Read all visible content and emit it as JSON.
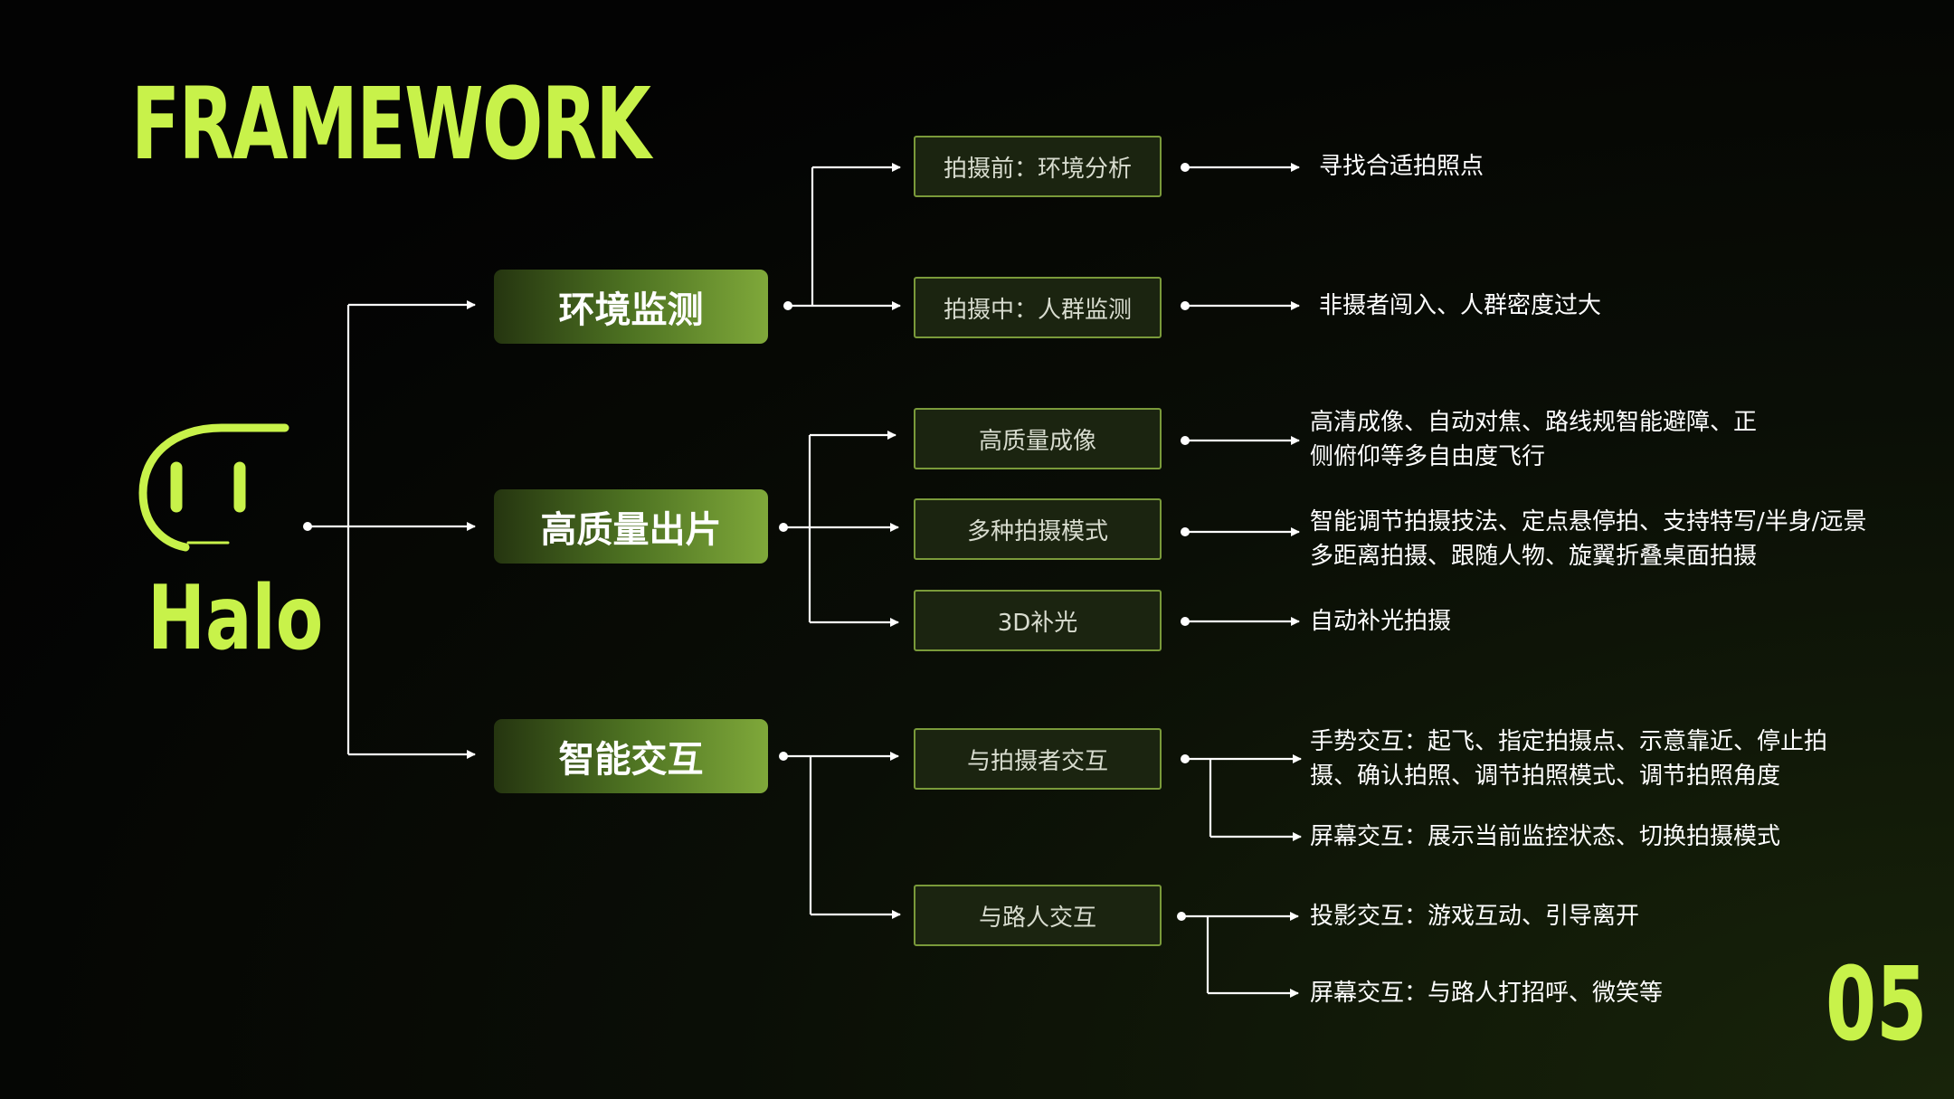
{
  "title": "FRAMEWORK",
  "logo": {
    "icon": "halo-robot-face-icon",
    "text": "Halo"
  },
  "page_number": "05",
  "colors": {
    "accent": "#c8f24a",
    "category_gradient": [
      "#253510",
      "#7fa83a"
    ],
    "sub_border": "#7a9a3a",
    "connector": "#ffffff"
  },
  "categories": [
    {
      "label": "环境监测",
      "items": [
        {
          "label": "拍摄前：环境分析",
          "details": [
            "寻找合适拍照点"
          ]
        },
        {
          "label": "拍摄中：人群监测",
          "details": [
            "非摄者闯入、人群密度过大"
          ]
        }
      ]
    },
    {
      "label": "高质量出片",
      "items": [
        {
          "label": "高质量成像",
          "details": [
            "高清成像、自动对焦、路线规智能避障、正\n侧俯仰等多自由度飞行"
          ]
        },
        {
          "label": "多种拍摄模式",
          "details": [
            "智能调节拍摄技法、定点悬停拍、支持特写/半身/远景\n多距离拍摄、跟随人物、旋翼折叠桌面拍摄"
          ]
        },
        {
          "label": "3D补光",
          "details": [
            "自动补光拍摄"
          ]
        }
      ]
    },
    {
      "label": "智能交互",
      "items": [
        {
          "label": "与拍摄者交互",
          "details": [
            "手势交互：起飞、指定拍摄点、示意靠近、停止拍\n摄、确认拍照、调节拍照模式、调节拍照角度",
            "屏幕交互：展示当前监控状态、切换拍摄模式"
          ]
        },
        {
          "label": "与路人交互",
          "details": [
            "投影交互：游戏互动、引导离开",
            "屏幕交互：与路人打招呼、微笑等"
          ]
        }
      ]
    }
  ]
}
